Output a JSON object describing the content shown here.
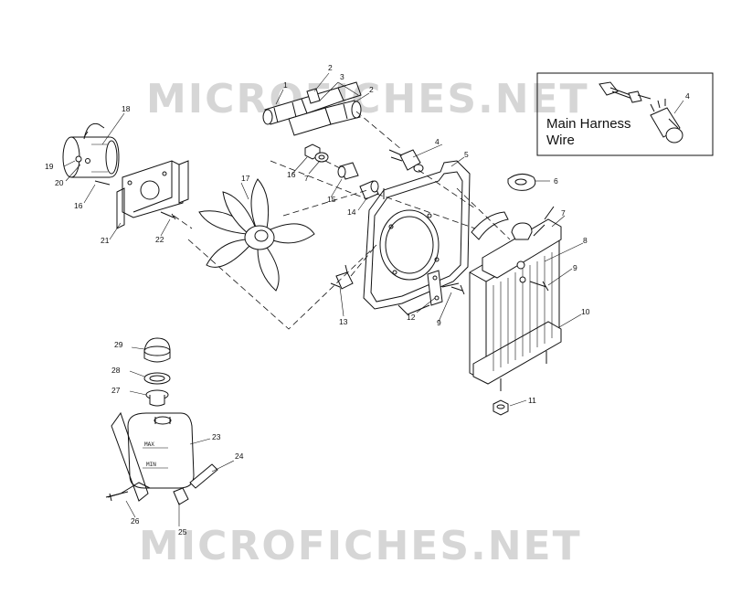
{
  "watermark": {
    "top_text": "MICROFICHES.NET",
    "bottom_text": "MICROFICHES.NET"
  },
  "inset": {
    "line1": "Main Harness",
    "line2": "Wire",
    "part_number": "4"
  },
  "tank_marks": {
    "max": "MAX",
    "min": "MIN"
  },
  "labels": [
    {
      "id": "1",
      "text": "1"
    },
    {
      "id": "2a",
      "text": "2"
    },
    {
      "id": "3",
      "text": "3"
    },
    {
      "id": "2b",
      "text": "2"
    },
    {
      "id": "4",
      "text": "4"
    },
    {
      "id": "5",
      "text": "5"
    },
    {
      "id": "6",
      "text": "6"
    },
    {
      "id": "7a",
      "text": "7"
    },
    {
      "id": "7b",
      "text": "7"
    },
    {
      "id": "8",
      "text": "8"
    },
    {
      "id": "9a",
      "text": "9"
    },
    {
      "id": "9b",
      "text": "9"
    },
    {
      "id": "10",
      "text": "10"
    },
    {
      "id": "11",
      "text": "11"
    },
    {
      "id": "12",
      "text": "12"
    },
    {
      "id": "13",
      "text": "13"
    },
    {
      "id": "14",
      "text": "14"
    },
    {
      "id": "15",
      "text": "15"
    },
    {
      "id": "16a",
      "text": "16"
    },
    {
      "id": "16b",
      "text": "16"
    },
    {
      "id": "17",
      "text": "17"
    },
    {
      "id": "18",
      "text": "18"
    },
    {
      "id": "19",
      "text": "19"
    },
    {
      "id": "20",
      "text": "20"
    },
    {
      "id": "21",
      "text": "21"
    },
    {
      "id": "22",
      "text": "22"
    },
    {
      "id": "23",
      "text": "23"
    },
    {
      "id": "24",
      "text": "24"
    },
    {
      "id": "25",
      "text": "25"
    },
    {
      "id": "26",
      "text": "26"
    },
    {
      "id": "27",
      "text": "27"
    },
    {
      "id": "28",
      "text": "28"
    },
    {
      "id": "29",
      "text": "29"
    }
  ]
}
